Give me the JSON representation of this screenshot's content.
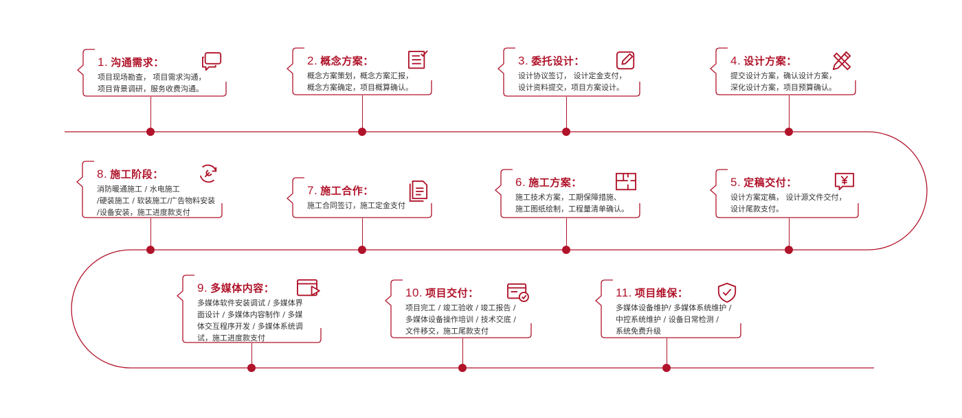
{
  "colors": {
    "accent": "#b0132a",
    "text": "#333333",
    "background": "#ffffff"
  },
  "steps": [
    {
      "num": "1.",
      "title": "沟通需求：",
      "icon": "chat-bubbles-icon",
      "lines": [
        "项目现场勘查，  项目需求沟通，",
        "项目背景调研，服务收费沟通。"
      ]
    },
    {
      "num": "2.",
      "title": "概念方案：",
      "icon": "document-check-icon",
      "lines": [
        "概念方案策划，概念方案汇报，",
        "概念方案确定，项目概算确认。"
      ]
    },
    {
      "num": "3.",
      "title": "委托设计：",
      "icon": "edit-icon",
      "lines": [
        "设计协议签订，  设计定金支付，",
        "设计资料提交，项目方案设计。"
      ]
    },
    {
      "num": "4.",
      "title": "设计方案：",
      "icon": "ruler-pencil-icon",
      "lines": [
        "提交设计方案，确认设计方案，",
        "深化设计方案，项目预算确认。"
      ]
    },
    {
      "num": "5.",
      "title": "定稿交付：",
      "icon": "yuan-bubble-icon",
      "lines": [
        "设计方案定稿，  设计源文件交付，",
        "设计尾款支付。"
      ]
    },
    {
      "num": "6.",
      "title": "施工方案：",
      "icon": "floor-plan-icon",
      "lines": [
        "施工技术方案，工期保障措施、",
        "施工图纸绘制，工程量清单确认。"
      ]
    },
    {
      "num": "7.",
      "title": "施工合作：",
      "icon": "contract-documents-icon",
      "lines": [
        "施工合同签订，施工定金支付"
      ]
    },
    {
      "num": "8.",
      "title": "施工阶段：",
      "icon": "wrench-cycle-icon",
      "lines": [
        "消防暖通施工 / 水电施工",
        "/硬装施工 / 软装施工/广告物料安装",
        "/设备安装，施工进度款支付"
      ]
    },
    {
      "num": "9.",
      "title": "多媒体内容：",
      "icon": "media-play-icon",
      "lines": [
        "多媒体软件安装调试  /  多媒体界",
        "面设计  /  多媒体内容制作  /  多媒",
        "体交互程序开发  /  多媒体系统调",
        "试，施工进度款支付"
      ]
    },
    {
      "num": "10.",
      "title": "项目交付：",
      "icon": "delivery-card-icon",
      "lines": [
        "项目完工 / 竣工验收 / 竣工报告 /",
        "多媒体设备操作培训 / 技术交底 /",
        "文件移交，施工尾款支付"
      ]
    },
    {
      "num": "11.",
      "title": "项目维保：",
      "icon": "shield-check-icon",
      "lines": [
        "多媒体设备维护/ 多媒体系统维护 /",
        "中控系统维护  /  设备日常检测  /",
        "系统免费升级"
      ]
    }
  ]
}
